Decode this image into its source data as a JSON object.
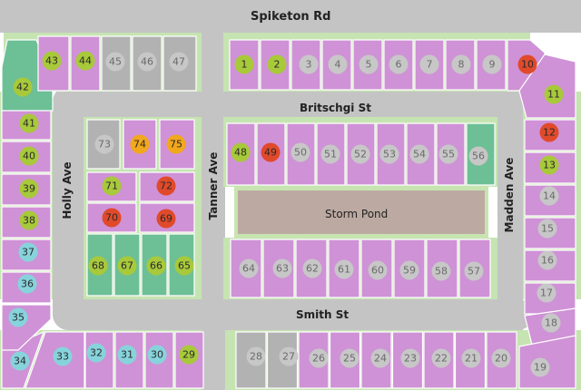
{
  "streets": {
    "spiketon": "Spiketon Rd",
    "britschgi": "Britschgi St",
    "holly": "Holly Ave",
    "tanner": "Tanner Ave",
    "madden": "Madden Ave",
    "smith": "Smith St"
  },
  "pond": "Storm Pond",
  "colors": {
    "green": "#a8c93a",
    "red": "#e04a2a",
    "orange": "#f2a81c",
    "blue": "#87d3dc",
    "gray": "#c7c7c7",
    "road": "#c4c4c4",
    "lot_default": "#cf92d6",
    "lot_teal": "#6dbf96",
    "lot_gray": "#b2b2b2",
    "curb": "#c6e4b2"
  },
  "lot_status": {
    "1": "green",
    "2": "green",
    "3": "gray",
    "4": "gray",
    "5": "gray",
    "6": "gray",
    "7": "gray",
    "8": "gray",
    "9": "gray",
    "10": "red",
    "11": "green",
    "12": "red",
    "13": "green",
    "14": "gray",
    "15": "gray",
    "16": "gray",
    "17": "gray",
    "18": "gray",
    "19": "gray",
    "20": "gray",
    "21": "gray",
    "22": "gray",
    "23": "gray",
    "24": "gray",
    "25": "gray",
    "26": "gray",
    "27": "gray",
    "28": "gray",
    "29": "green",
    "30": "blue",
    "31": "blue",
    "32": "blue",
    "33": "blue",
    "34": "blue",
    "35": "blue",
    "36": "blue",
    "37": "blue",
    "38": "green",
    "39": "green",
    "40": "green",
    "41": "green",
    "42": "green",
    "43": "green",
    "44": "green",
    "45": "gray",
    "46": "gray",
    "47": "gray",
    "48": "green",
    "49": "red",
    "50": "gray",
    "51": "gray",
    "52": "gray",
    "53": "gray",
    "54": "gray",
    "55": "gray",
    "56": "gray",
    "57": "gray",
    "58": "gray",
    "59": "gray",
    "60": "gray",
    "61": "gray",
    "62": "gray",
    "63": "gray",
    "64": "gray",
    "65": "green",
    "66": "green",
    "67": "green",
    "68": "green",
    "69": "red",
    "70": "red",
    "71": "green",
    "72": "red",
    "73": "gray",
    "74": "orange",
    "75": "orange"
  }
}
